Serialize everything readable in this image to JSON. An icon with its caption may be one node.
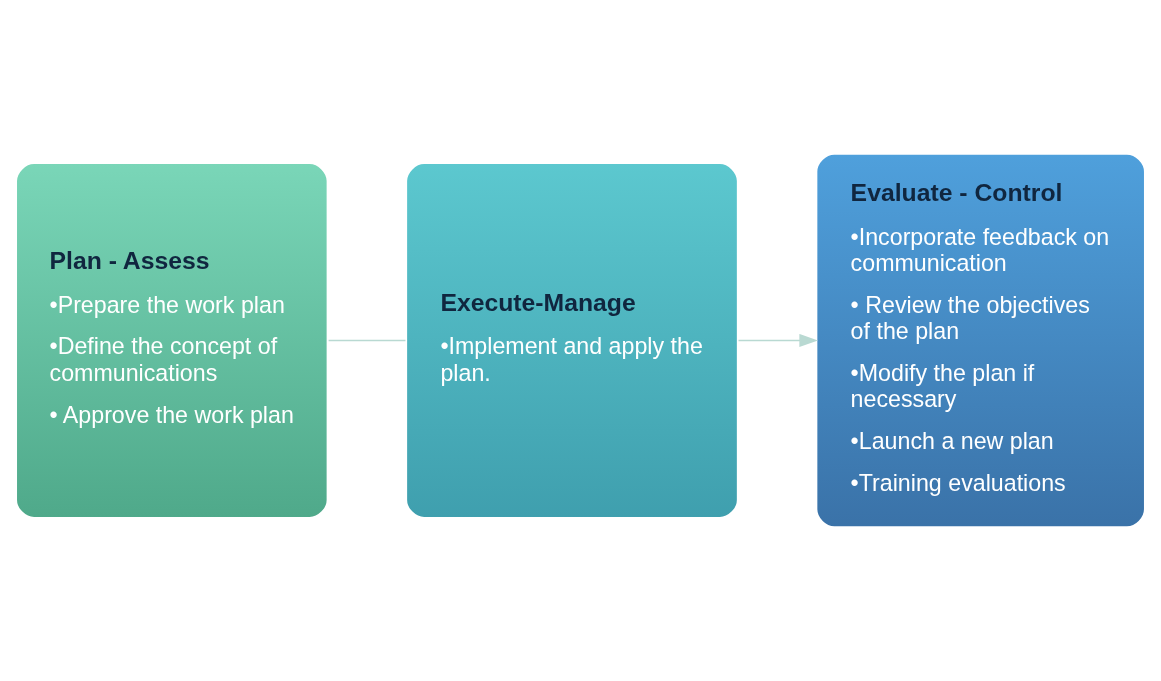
{
  "diagram": {
    "nodes": [
      {
        "text": [
          "Plan - Assess",
          "•Prepare the work plan",
          "•Define the concept of communications",
          "• Approve the work plan"
        ]
      },
      {
        "text": [
          "Execute-Manage",
          "•Implement and apply the plan."
        ]
      },
      {
        "text": [
          "Evaluate - Control",
          "•Incorporate feedback on communication",
          "• Review the objectives of the plan",
          "•Modify the plan if necessary",
          "•Launch a new plan",
          "•Training evaluations"
        ]
      }
    ],
    "edges": [
      {
        "from": 0,
        "to": 1,
        "arrow": "none"
      },
      {
        "from": 1,
        "to": 2,
        "arrow": "to"
      }
    ]
  }
}
